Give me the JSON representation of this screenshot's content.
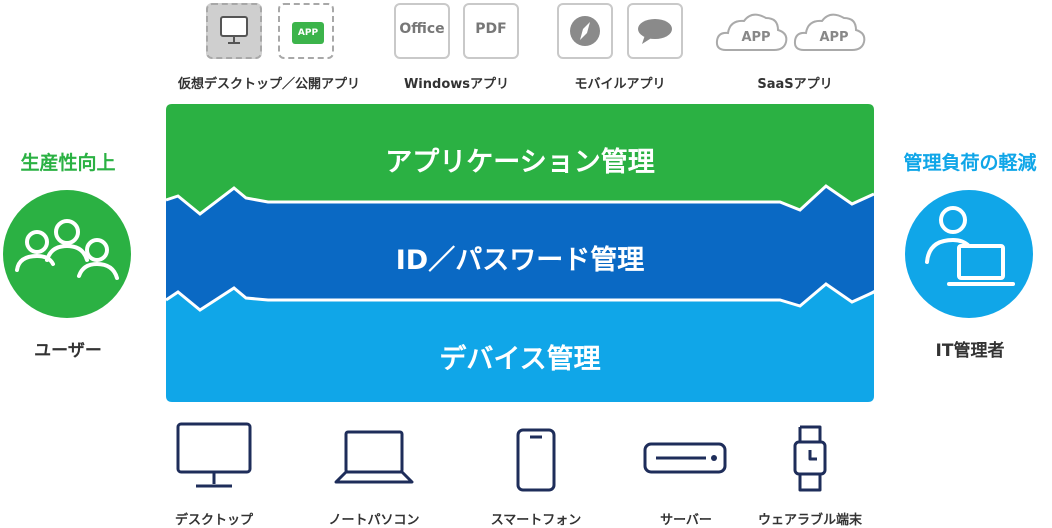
{
  "top_categories": [
    {
      "label": "仮想デスクトップ／公開アプリ",
      "tiles": [
        {
          "icon": "monitor-icon"
        },
        {
          "icon": "app-badge-icon",
          "text": "APP"
        }
      ]
    },
    {
      "label": "Windowsアプリ",
      "tiles": [
        {
          "icon": "office-icon",
          "text": "Office"
        },
        {
          "icon": "pdf-icon",
          "text": "PDF"
        }
      ]
    },
    {
      "label": "モバイルアプリ",
      "tiles": [
        {
          "icon": "compass-icon"
        },
        {
          "icon": "chat-bubble-icon"
        }
      ]
    },
    {
      "label": "SaaSアプリ",
      "tiles": [
        {
          "icon": "cloud-icon",
          "text": "APP"
        },
        {
          "icon": "cloud-icon",
          "text": "APP"
        }
      ]
    }
  ],
  "layers": [
    {
      "label": "アプリケーション管理",
      "color": "#2bb143"
    },
    {
      "label": "ID／パスワード管理",
      "color": "#0a69c4"
    },
    {
      "label": "デバイス管理",
      "color": "#10a6e8"
    }
  ],
  "left_side": {
    "title": "生産性向上",
    "label": "ユーザー",
    "color": "#2bb143",
    "icon": "users-icon"
  },
  "right_side": {
    "title": "管理負荷の軽減",
    "label": "IT管理者",
    "color": "#10a6e8",
    "icon": "admin-laptop-icon"
  },
  "devices": [
    {
      "label": "デスクトップ",
      "icon": "desktop-icon"
    },
    {
      "label": "ノートパソコン",
      "icon": "laptop-icon"
    },
    {
      "label": "スマートフォン",
      "icon": "smartphone-icon"
    },
    {
      "label": "サーバー",
      "icon": "server-icon"
    },
    {
      "label": "ウェアラブル端末",
      "icon": "smartwatch-icon"
    }
  ],
  "colors": {
    "device_stroke": "#1e2d5a",
    "tile_border": "#c9c9c9"
  }
}
